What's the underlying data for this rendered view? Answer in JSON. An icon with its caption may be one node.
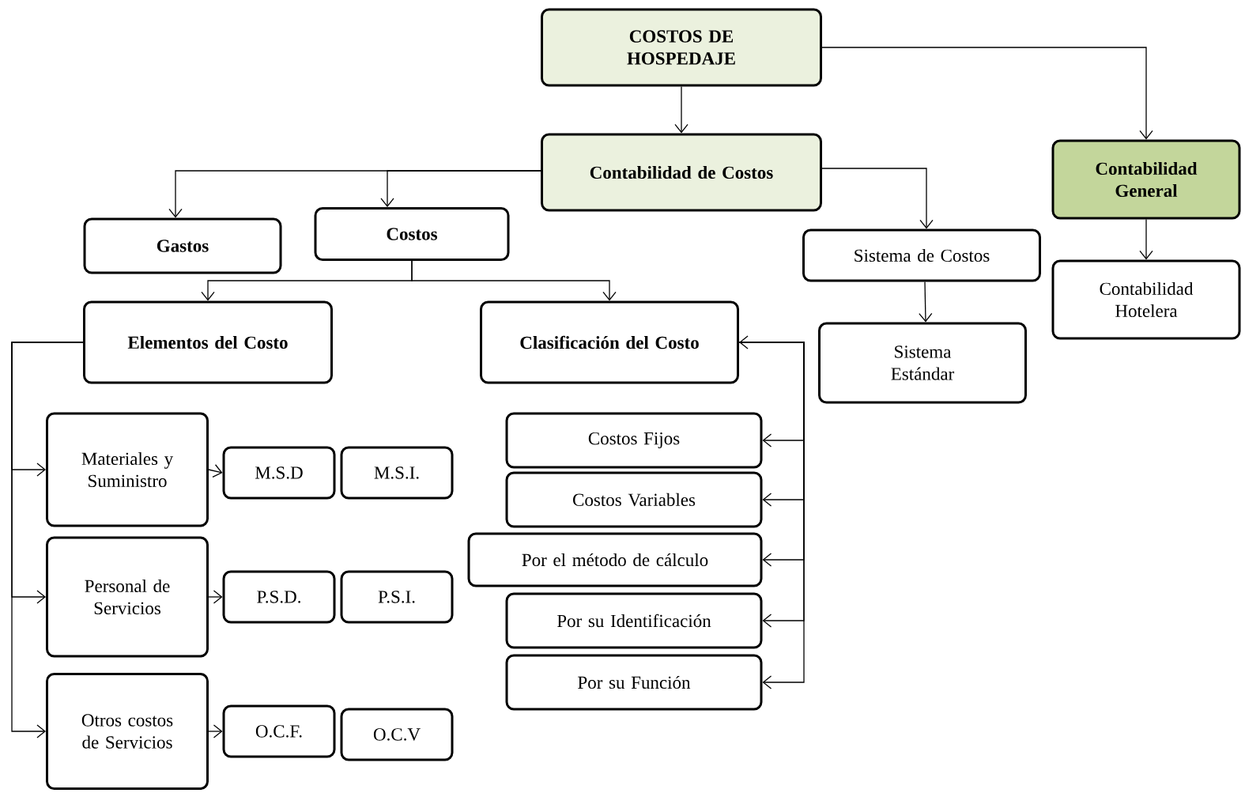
{
  "diagram": {
    "nodes": [
      {
        "text": [
          "COSTOS DE HOSPEDAJE"
        ]
      },
      {
        "text": [
          "Contabilidad de Costos"
        ]
      },
      {
        "text": [
          "Contabilidad General"
        ]
      },
      {
        "text": [
          "Gastos"
        ]
      },
      {
        "text": [
          "Costos"
        ]
      },
      {
        "text": [
          "Sistema de Costos"
        ]
      },
      {
        "text": [
          "Contabilidad Hotelera"
        ]
      },
      {
        "text": [
          "Elementos del Costo"
        ]
      },
      {
        "text": [
          "Clasificación del Costo"
        ]
      },
      {
        "text": [
          "Sistema Estándar"
        ]
      },
      {
        "text": [
          "Materiales y Suministro"
        ]
      },
      {
        "text": [
          "M.S.D"
        ]
      },
      {
        "text": [
          "M.S.I."
        ]
      },
      {
        "text": [
          "Personal de Servicios"
        ]
      },
      {
        "text": [
          "P.S.D."
        ]
      },
      {
        "text": [
          "P.S.I."
        ]
      },
      {
        "text": [
          "Otros costos de Servicios"
        ]
      },
      {
        "text": [
          "O.C.F."
        ]
      },
      {
        "text": [
          "O.C.V"
        ]
      },
      {
        "text": [
          "Costos Fijos"
        ]
      },
      {
        "text": [
          "Costos Variables"
        ]
      },
      {
        "text": [
          "Por el método de cálculo"
        ]
      },
      {
        "text": [
          "Por su Identificación"
        ]
      },
      {
        "text": [
          "Por su Función"
        ]
      }
    ],
    "edges": [
      {
        "from": 0,
        "to": 1,
        "arrow": "to"
      },
      {
        "from": 0,
        "to": 2,
        "arrow": "to"
      },
      {
        "from": 1,
        "to": 3,
        "arrow": "to"
      },
      {
        "from": 1,
        "to": 4,
        "arrow": "to"
      },
      {
        "from": 1,
        "to": 5,
        "arrow": "to"
      },
      {
        "from": 2,
        "to": 6,
        "arrow": "to"
      },
      {
        "from": 4,
        "to": 7,
        "arrow": "to"
      },
      {
        "from": 4,
        "to": 8,
        "arrow": "to"
      },
      {
        "from": 5,
        "to": 9,
        "arrow": "to"
      },
      {
        "from": 7,
        "to": 10,
        "arrow": "to"
      },
      {
        "from": 7,
        "to": 13,
        "arrow": "to"
      },
      {
        "from": 7,
        "to": 16,
        "arrow": "to"
      },
      {
        "from": 10,
        "to": 11,
        "arrow": "to"
      },
      {
        "from": 13,
        "to": 14,
        "arrow": "to"
      },
      {
        "from": 16,
        "to": 17,
        "arrow": "to"
      },
      {
        "from": 8,
        "to": 19,
        "arrow": "both"
      },
      {
        "from": 8,
        "to": 20,
        "arrow": "to"
      },
      {
        "from": 8,
        "to": 21,
        "arrow": "to"
      },
      {
        "from": 8,
        "to": 22,
        "arrow": "to"
      },
      {
        "from": 8,
        "to": 23,
        "arrow": "to"
      }
    ]
  }
}
